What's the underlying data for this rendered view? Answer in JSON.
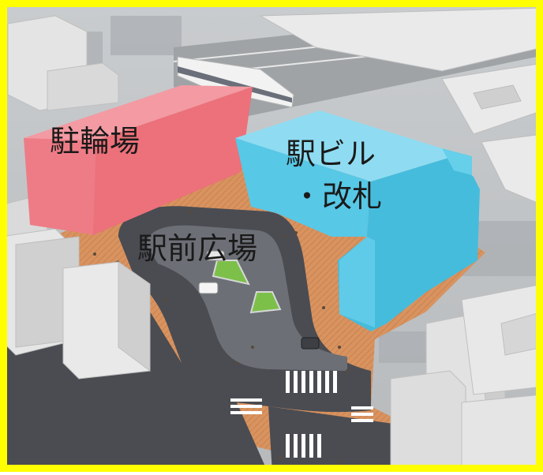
{
  "labels": {
    "bicycle_parking": "駐輪場",
    "station_building_line1": "駅ビル",
    "station_building_line2": "・改札",
    "station_plaza": "駅前広場"
  },
  "colors": {
    "frame": "#ffff00",
    "bicycle_parking_block": "#ef7b83",
    "station_building_block": "#4fc3e0",
    "plaza_paving": "#d98f5c",
    "road": "#4a4c52",
    "green_island": "#7cc04a",
    "context_buildings": "#dcdcdc"
  }
}
